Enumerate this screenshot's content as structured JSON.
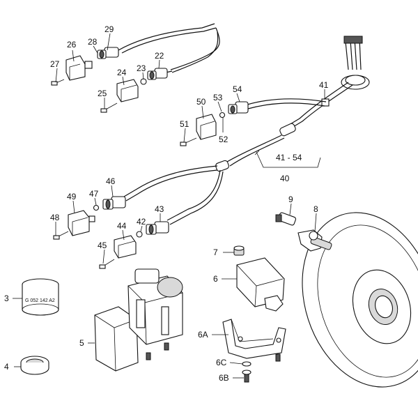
{
  "diagram": {
    "labels": [
      {
        "id": "29",
        "text": "29"
      },
      {
        "id": "26",
        "text": "26"
      },
      {
        "id": "28",
        "text": "28"
      },
      {
        "id": "27",
        "text": "27"
      },
      {
        "id": "22",
        "text": "22"
      },
      {
        "id": "24",
        "text": "24"
      },
      {
        "id": "23",
        "text": "23"
      },
      {
        "id": "25",
        "text": "25"
      },
      {
        "id": "41",
        "text": "41"
      },
      {
        "id": "54",
        "text": "54"
      },
      {
        "id": "50",
        "text": "50"
      },
      {
        "id": "53",
        "text": "53"
      },
      {
        "id": "51",
        "text": "51"
      },
      {
        "id": "52",
        "text": "52"
      },
      {
        "id": "41-54",
        "text": "41 - 54"
      },
      {
        "id": "40",
        "text": "40"
      },
      {
        "id": "49",
        "text": "49"
      },
      {
        "id": "47",
        "text": "47"
      },
      {
        "id": "46",
        "text": "46"
      },
      {
        "id": "48",
        "text": "48"
      },
      {
        "id": "44",
        "text": "44"
      },
      {
        "id": "42",
        "text": "42"
      },
      {
        "id": "43",
        "text": "43"
      },
      {
        "id": "45",
        "text": "45"
      },
      {
        "id": "9",
        "text": "9"
      },
      {
        "id": "8",
        "text": "8"
      },
      {
        "id": "7",
        "text": "7"
      },
      {
        "id": "6",
        "text": "6"
      },
      {
        "id": "3",
        "text": "3"
      },
      {
        "id": "5",
        "text": "5"
      },
      {
        "id": "6A",
        "text": "6A"
      },
      {
        "id": "6C",
        "text": "6C"
      },
      {
        "id": "4",
        "text": "4"
      },
      {
        "id": "6B",
        "text": "6B"
      }
    ],
    "part_marking": "G 052 142 A2"
  }
}
